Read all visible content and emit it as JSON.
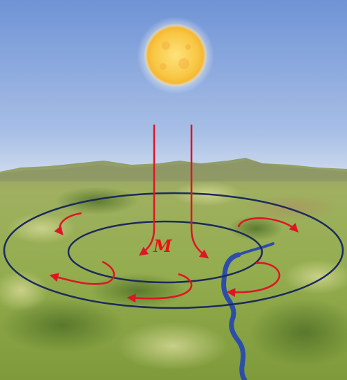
{
  "diagram": {
    "center_label": "M",
    "colors": {
      "sky_top": "#6f93d6",
      "sky_bottom": "#c9d8ee",
      "terrain_light": "#b9c878",
      "terrain_mid": "#8fa84e",
      "terrain_dark": "#5d7a30",
      "sun_core": "#fbd35a",
      "sun_glow": "#fff2c0",
      "arrow": "#dd1626",
      "ring": "#1b2a5c",
      "river": "#2d4ea8"
    },
    "elements": [
      "sun",
      "descending-air-arrows",
      "outer-ring",
      "inner-ring",
      "circulation-arrows",
      "river",
      "terrain"
    ]
  }
}
